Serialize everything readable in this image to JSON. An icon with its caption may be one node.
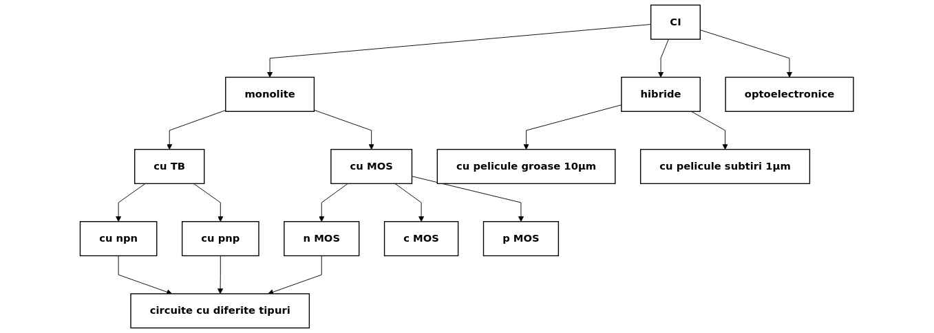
{
  "diagram": {
    "nodes": [
      {
        "text": [
          "CI"
        ]
      },
      {
        "text": [
          "monolite"
        ]
      },
      {
        "text": [
          "hibride"
        ]
      },
      {
        "text": [
          "optoelectronice"
        ]
      },
      {
        "text": [
          "cu TB"
        ]
      },
      {
        "text": [
          "cu MOS"
        ]
      },
      {
        "text": [
          "cu pelicule groase 10μm"
        ]
      },
      {
        "text": [
          "cu pelicule subtiri 1μm"
        ]
      },
      {
        "text": [
          "cu npn"
        ]
      },
      {
        "text": [
          "cu pnp"
        ]
      },
      {
        "text": [
          "n MOS"
        ]
      },
      {
        "text": [
          "c MOS"
        ]
      },
      {
        "text": [
          "p MOS"
        ]
      },
      {
        "text": [
          "circuite cu diferite tipuri"
        ]
      }
    ],
    "edges": [
      {
        "from": 0,
        "to": 1,
        "arrow": "to"
      },
      {
        "from": 0,
        "to": 2,
        "arrow": "to"
      },
      {
        "from": 0,
        "to": 3,
        "arrow": "to"
      },
      {
        "from": 1,
        "to": 4,
        "arrow": "to"
      },
      {
        "from": 1,
        "to": 5,
        "arrow": "to"
      },
      {
        "from": 2,
        "to": 6,
        "arrow": "to"
      },
      {
        "from": 2,
        "to": 7,
        "arrow": "to"
      },
      {
        "from": 4,
        "to": 8,
        "arrow": "to"
      },
      {
        "from": 4,
        "to": 9,
        "arrow": "to"
      },
      {
        "from": 5,
        "to": 10,
        "arrow": "to"
      },
      {
        "from": 5,
        "to": 11,
        "arrow": "to"
      },
      {
        "from": 5,
        "to": 12,
        "arrow": "to"
      },
      {
        "from": 8,
        "to": 13,
        "arrow": "to"
      },
      {
        "from": 9,
        "to": 13,
        "arrow": "to"
      },
      {
        "from": 10,
        "to": 13,
        "arrow": "to"
      }
    ]
  }
}
